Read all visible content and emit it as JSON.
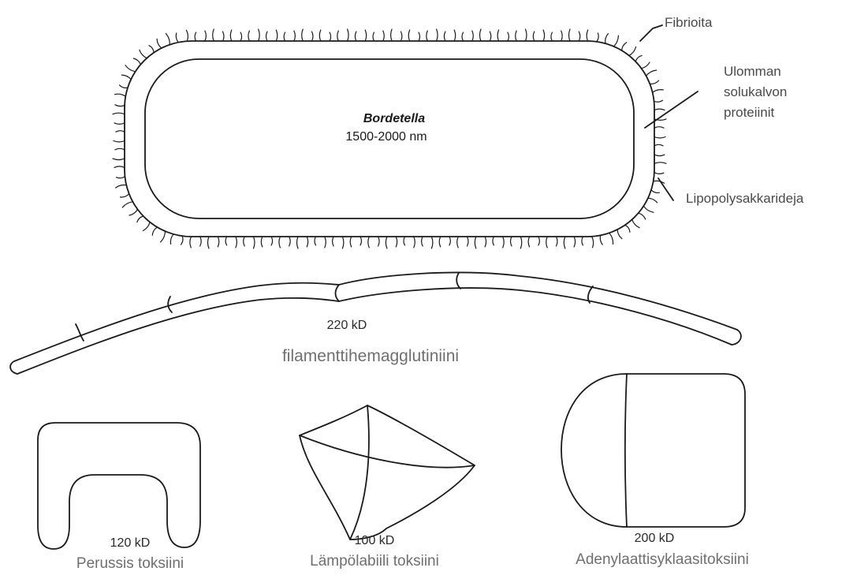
{
  "bacterium": {
    "name": "Bordetella",
    "size": "1500-2000 nm"
  },
  "callouts": {
    "fimbriae": "Fibrioita",
    "outer_membrane_line1": "Ulomman",
    "outer_membrane_line2": "solukalvon",
    "outer_membrane_line3": "proteiinit",
    "lps": "Lipopolysakkarideja"
  },
  "filament": {
    "mass": "220 kD",
    "name": "filamenttihemagglutiniini"
  },
  "pertussis_toxin": {
    "mass": "120 kD",
    "name": "Perussis toksiini"
  },
  "heat_labile_toxin": {
    "mass": "100 kD",
    "name": "Lämpölabiili toksiini"
  },
  "adenylate_cyclase_toxin": {
    "mass": "200 kD",
    "name": "Adenylaattisyklaasitoksiini"
  },
  "colors": {
    "stroke": "#1a1a1a",
    "background": "#ffffff"
  }
}
